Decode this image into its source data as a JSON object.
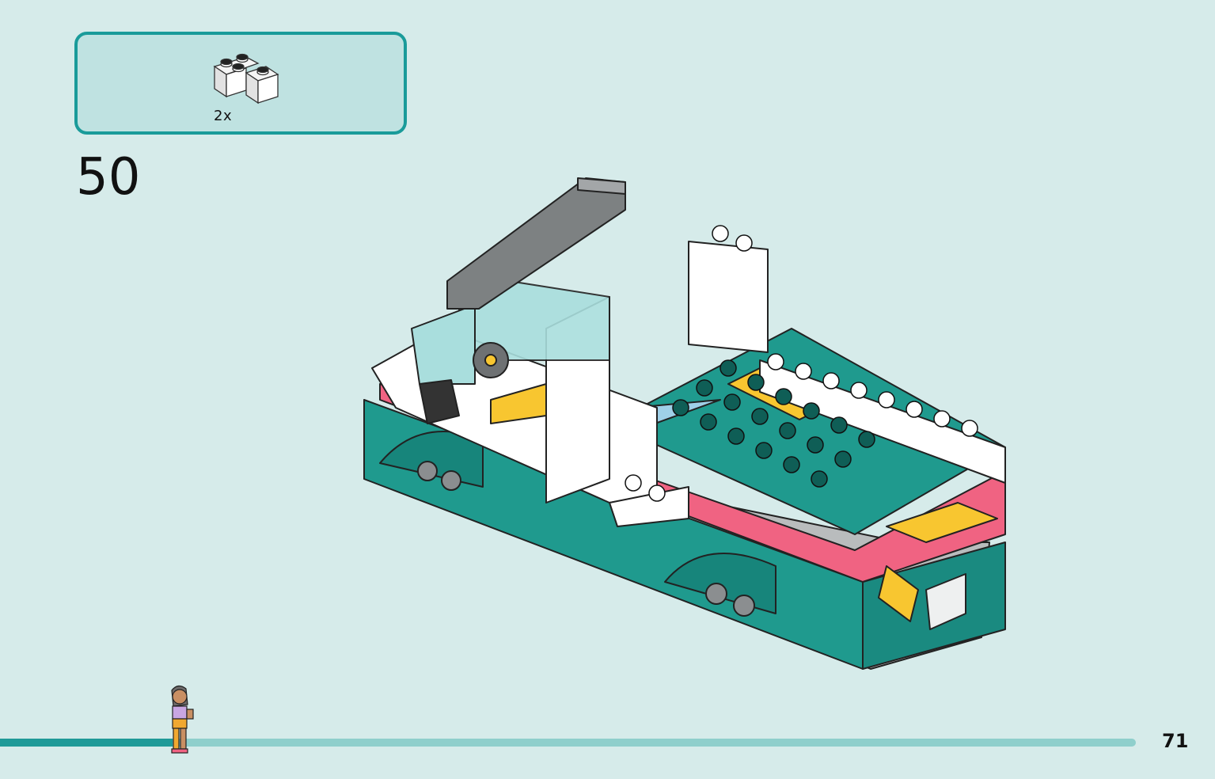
{
  "callout": {
    "parts": [
      {
        "quantity": "2x",
        "icon": "white-corner-brick-icon",
        "color": "#ffffff"
      }
    ]
  },
  "step": {
    "number": "50"
  },
  "progress": {
    "fraction": 0.152
  },
  "page": {
    "number": "71"
  },
  "colors": {
    "background": "#d6ebea",
    "callout_border": "#1a9b9a",
    "callout_fill": "#bfe2e1",
    "progress_fill": "#1f9a98",
    "progress_track": "#8fcfcc",
    "model_teal": "#1f9a8e",
    "model_pink": "#f06382",
    "model_yellow": "#f8c630",
    "model_white": "#ffffff"
  }
}
